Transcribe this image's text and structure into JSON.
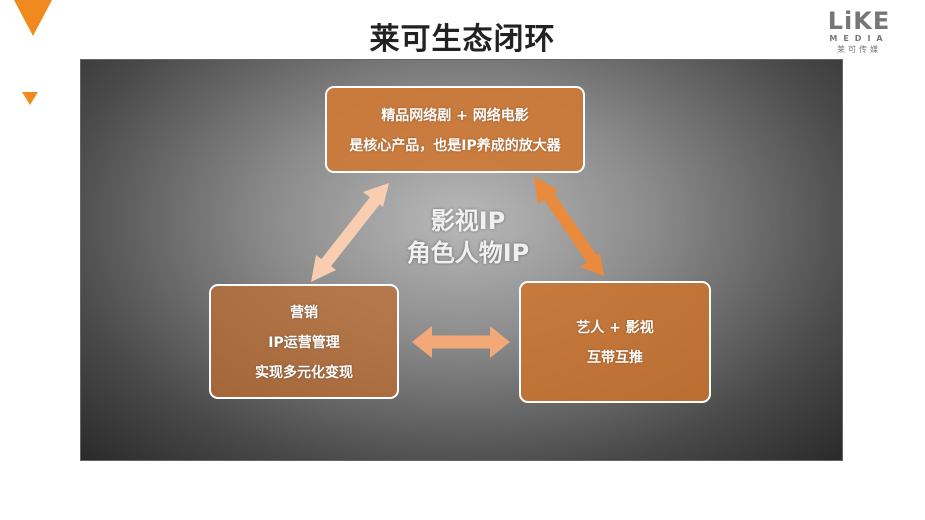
{
  "slide": {
    "title": "莱可生态闭环"
  },
  "logo": {
    "main": "LiKE",
    "sub": "MEDIA",
    "cn": "莱可传媒"
  },
  "center": {
    "line1": "影视IP",
    "line2": "角色人物IP"
  },
  "boxes": {
    "top": {
      "line1": "精品网络剧 + 网络电影",
      "line2": "是核心产品，也是IP养成的放大器"
    },
    "left": {
      "line1": "营销",
      "line2": "IP运营管理",
      "line3": "实现多元化变现"
    },
    "right": {
      "line1": "艺人 + 影视",
      "line2": "互带互推"
    }
  },
  "colors": {
    "accent": "#f08a1e",
    "arrow_light": "#f8cdb0",
    "arrow_dark": "#e98a3c",
    "arrow_mid": "#f2a877"
  }
}
